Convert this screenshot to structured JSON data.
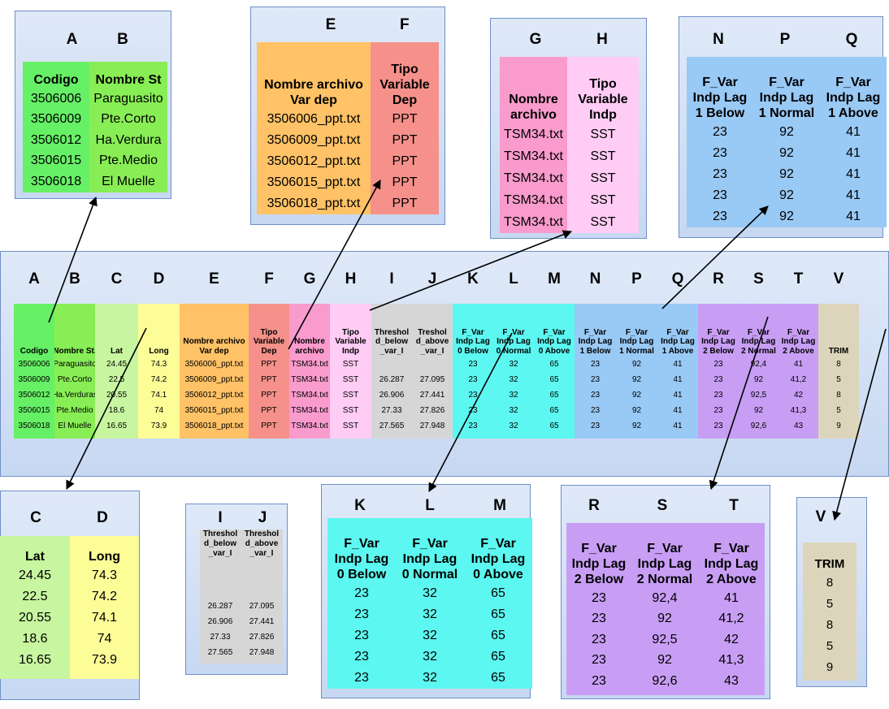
{
  "colors": {
    "A": "#66f066",
    "B": "#88ee55",
    "C": "#c8f5a0",
    "D": "#fdfd98",
    "E": "#ffc266",
    "F": "#f5918a",
    "G": "#f99bcd",
    "H": "#ffccf5",
    "IJ": "#d6d6d6",
    "KLM": "#5cf7f0",
    "NPQ": "#99c9f5",
    "RST": "#c89ef5",
    "V": "#ddd5bb",
    "panel": "#c7d8f2",
    "arrow": "#000000"
  },
  "main": {
    "letters": [
      "A",
      "B",
      "C",
      "D",
      "E",
      "F",
      "G",
      "H",
      "I",
      "J",
      "K",
      "L",
      "M",
      "N",
      "P",
      "Q",
      "R",
      "S",
      "T",
      "V"
    ],
    "columns": [
      {
        "header": [
          "Codigo"
        ],
        "values": [
          "3506006",
          "3506009",
          "3506012",
          "3506015",
          "3506018"
        ]
      },
      {
        "header": [
          "Nombre St."
        ],
        "values": [
          "Paraguasito",
          "Pte.Corto",
          "Ha.Verduras",
          "Pte.Medio",
          "El Muelle"
        ]
      },
      {
        "header": [
          "Lat"
        ],
        "values": [
          "24.45",
          "22.5",
          "20.55",
          "18.6",
          "16.65"
        ]
      },
      {
        "header": [
          "Long"
        ],
        "values": [
          "74.3",
          "74.2",
          "74.1",
          "74",
          "73.9"
        ]
      },
      {
        "header": [
          "Nombre archivo",
          "Var dep"
        ],
        "values": [
          "3506006_ppt.txt",
          "3506009_ppt.txt",
          "3506012_ppt.txt",
          "3506015_ppt.txt",
          "3506018_ppt.txt"
        ]
      },
      {
        "header": [
          "Tipo",
          "Variable",
          "Dep"
        ],
        "values": [
          "PPT",
          "PPT",
          "PPT",
          "PPT",
          "PPT"
        ]
      },
      {
        "header": [
          "Nombre",
          "archivo"
        ],
        "values": [
          "TSM34.txt",
          "TSM34.txt",
          "TSM34.txt",
          "TSM34.txt",
          "TSM34.txt"
        ]
      },
      {
        "header": [
          "Tipo",
          "Variable",
          "Indp"
        ],
        "values": [
          "SST",
          "SST",
          "SST",
          "SST",
          "SST"
        ]
      },
      {
        "header": [
          "Threshol",
          "d_below",
          "_var_I"
        ],
        "values": [
          "",
          "26.287",
          "26.906",
          "27.33",
          "27.565"
        ]
      },
      {
        "header": [
          "Treshol",
          "d_above",
          "_var_I"
        ],
        "values": [
          "",
          "27.095",
          "27.441",
          "27.826",
          "27.948"
        ]
      },
      {
        "header": [
          "F_Var",
          "Indp Lag",
          "0 Below"
        ],
        "values": [
          "23",
          "23",
          "23",
          "23",
          "23"
        ]
      },
      {
        "header": [
          "F_Var",
          "Indp Lag",
          "0 Normal"
        ],
        "values": [
          "32",
          "32",
          "32",
          "32",
          "32"
        ]
      },
      {
        "header": [
          "F_Var",
          "Indp Lag",
          "0 Above"
        ],
        "values": [
          "65",
          "65",
          "65",
          "65",
          "65"
        ]
      },
      {
        "header": [
          "F_Var",
          "Indp Lag",
          "1 Below"
        ],
        "values": [
          "23",
          "23",
          "23",
          "23",
          "23"
        ]
      },
      {
        "header": [
          "F_Var",
          "Indp Lag",
          "1 Normal"
        ],
        "values": [
          "92",
          "92",
          "92",
          "92",
          "92"
        ]
      },
      {
        "header": [
          "F_Var",
          "Indp Lag",
          "1 Above"
        ],
        "values": [
          "41",
          "41",
          "41",
          "41",
          "41"
        ]
      },
      {
        "header": [
          "F_Var",
          "Indp Lag",
          "2 Below"
        ],
        "values": [
          "23",
          "23",
          "23",
          "23",
          "23"
        ]
      },
      {
        "header": [
          "F_Var",
          "Indp Lag",
          "2 Normal"
        ],
        "values": [
          "92,4",
          "92",
          "92,5",
          "92",
          "92,6"
        ]
      },
      {
        "header": [
          "F_Var",
          "Indp Lag",
          "2 Above"
        ],
        "values": [
          "41",
          "41,2",
          "42",
          "41,3",
          "43"
        ]
      },
      {
        "header": [
          "TRIM"
        ],
        "values": [
          "8",
          "5",
          "8",
          "5",
          "9"
        ]
      }
    ]
  },
  "callouts": {
    "AB": {
      "letters": [
        "A",
        "B"
      ],
      "columns": [
        {
          "header": [
            "Codigo"
          ],
          "values": [
            "3506006",
            "3506009",
            "3506012",
            "3506015",
            "3506018"
          ]
        },
        {
          "header": [
            "Nombre St"
          ],
          "values": [
            "Paraguasito",
            "Pte.Corto",
            "Ha.Verdura",
            "Pte.Medio",
            "El Muelle"
          ]
        }
      ]
    },
    "EF": {
      "letters": [
        "E",
        "F"
      ],
      "columns": [
        {
          "header": [
            "Nombre archivo",
            "Var dep"
          ],
          "values": [
            "3506006_ppt.txt",
            "3506009_ppt.txt",
            "3506012_ppt.txt",
            "3506015_ppt.txt",
            "3506018_ppt.txt"
          ]
        },
        {
          "header": [
            "Tipo",
            "Variable",
            "Dep"
          ],
          "values": [
            "PPT",
            "PPT",
            "PPT",
            "PPT",
            "PPT"
          ]
        }
      ]
    },
    "GH": {
      "letters": [
        "G",
        "H"
      ],
      "columns": [
        {
          "header": [
            "Nombre",
            "archivo"
          ],
          "values": [
            "TSM34.txt",
            "TSM34.txt",
            "TSM34.txt",
            "TSM34.txt",
            "TSM34.txt"
          ]
        },
        {
          "header": [
            "Tipo",
            "Variable",
            "Indp"
          ],
          "values": [
            "SST",
            "SST",
            "SST",
            "SST",
            "SST"
          ]
        }
      ]
    },
    "NPQ": {
      "letters": [
        "N",
        "P",
        "Q"
      ],
      "columns": [
        {
          "header": [
            "F_Var",
            "Indp Lag",
            "1 Below"
          ],
          "values": [
            "23",
            "23",
            "23",
            "23",
            "23"
          ]
        },
        {
          "header": [
            "F_Var",
            "Indp Lag",
            "1 Normal"
          ],
          "values": [
            "92",
            "92",
            "92",
            "92",
            "92"
          ]
        },
        {
          "header": [
            "F_Var",
            "Indp Lag",
            "1 Above"
          ],
          "values": [
            "41",
            "41",
            "41",
            "41",
            "41"
          ]
        }
      ]
    },
    "CD": {
      "letters": [
        "C",
        "D"
      ],
      "columns": [
        {
          "header": [
            "Lat"
          ],
          "values": [
            "24.45",
            "22.5",
            "20.55",
            "18.6",
            "16.65"
          ]
        },
        {
          "header": [
            "Long"
          ],
          "values": [
            "74.3",
            "74.2",
            "74.1",
            "74",
            "73.9"
          ]
        }
      ]
    },
    "IJ": {
      "letters": [
        "I",
        "J"
      ],
      "columns": [
        {
          "header": [
            "Threshol",
            "d_below",
            "_var_I"
          ],
          "values": [
            "",
            "26.287",
            "26.906",
            "27.33",
            "27.565"
          ]
        },
        {
          "header": [
            "Threshol",
            "d_above",
            "_var_I"
          ],
          "values": [
            "",
            "27.095",
            "27.441",
            "27.826",
            "27.948"
          ]
        }
      ]
    },
    "KLM": {
      "letters": [
        "K",
        "L",
        "M"
      ],
      "columns": [
        {
          "header": [
            "F_Var",
            "Indp Lag",
            "0 Below"
          ],
          "values": [
            "23",
            "23",
            "23",
            "23",
            "23"
          ]
        },
        {
          "header": [
            "F_Var",
            "Indp Lag",
            "0 Normal"
          ],
          "values": [
            "32",
            "32",
            "32",
            "32",
            "32"
          ]
        },
        {
          "header": [
            "F_Var",
            "Indp Lag",
            "0 Above"
          ],
          "values": [
            "65",
            "65",
            "65",
            "65",
            "65"
          ]
        }
      ]
    },
    "RST": {
      "letters": [
        "R",
        "S",
        "T"
      ],
      "columns": [
        {
          "header": [
            "F_Var",
            "Indp Lag",
            "2 Below"
          ],
          "values": [
            "23",
            "23",
            "23",
            "23",
            "23"
          ]
        },
        {
          "header": [
            "F_Var",
            "Indp Lag",
            "2 Normal"
          ],
          "values": [
            "92,4",
            "92",
            "92,5",
            "92",
            "92,6"
          ]
        },
        {
          "header": [
            "F_Var",
            "Indp Lag",
            "2 Above"
          ],
          "values": [
            "41",
            "41,2",
            "42",
            "41,3",
            "43"
          ]
        }
      ]
    },
    "V": {
      "letters": [
        "V"
      ],
      "columns": [
        {
          "header": [
            "TRIM"
          ],
          "values": [
            "8",
            "5",
            "8",
            "5",
            "9"
          ]
        }
      ]
    }
  }
}
